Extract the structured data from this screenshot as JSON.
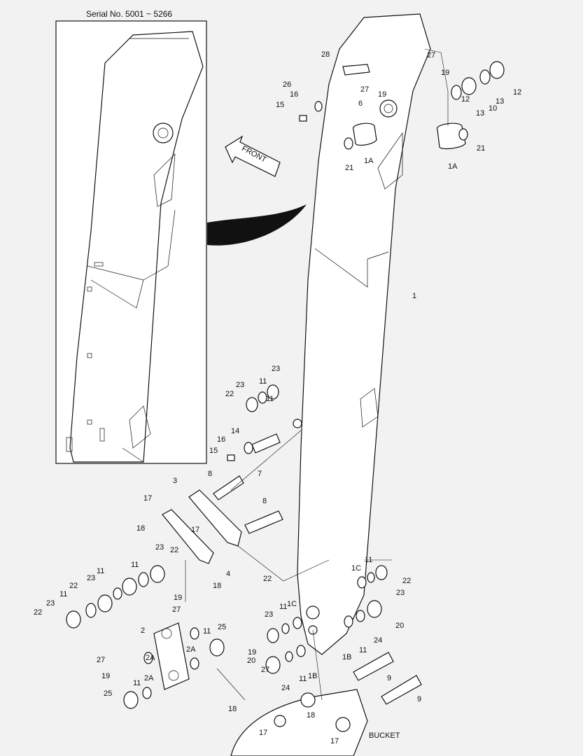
{
  "title": "Serial No. 5001 ~ 5266",
  "front_label": "FRONT",
  "bucket_label": "BUCKET",
  "callouts": [
    "1",
    "1A",
    "1A",
    "1B",
    "1B",
    "1C",
    "1C",
    "2",
    "2A",
    "2A",
    "2A",
    "3",
    "4",
    "6",
    "7",
    "8",
    "8",
    "9",
    "9",
    "10",
    "11",
    "11",
    "11",
    "11",
    "11",
    "11",
    "11",
    "11",
    "11",
    "11",
    "11",
    "12",
    "12",
    "13",
    "13",
    "14",
    "15",
    "15",
    "16",
    "16",
    "17",
    "17",
    "17",
    "17",
    "18",
    "18",
    "18",
    "18",
    "19",
    "19",
    "19",
    "19",
    "19",
    "20",
    "20",
    "21",
    "21",
    "22",
    "22",
    "22",
    "22",
    "22",
    "22",
    "23",
    "23",
    "23",
    "23",
    "23",
    "23",
    "23",
    "24",
    "24",
    "25",
    "25",
    "26",
    "27",
    "27",
    "27",
    "27",
    "27",
    "28"
  ]
}
